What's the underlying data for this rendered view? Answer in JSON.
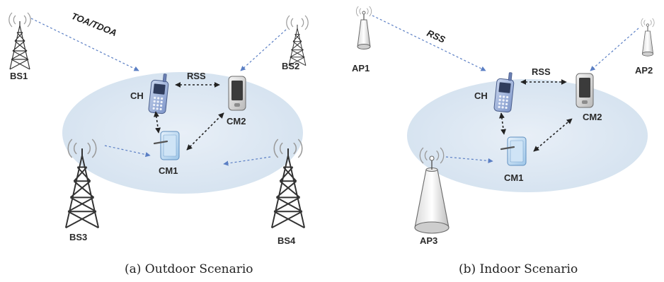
{
  "panel_a": {
    "caption": "(a) Outdoor Scenario",
    "link_toa": "TOA/TDOA",
    "link_rss": "RSS",
    "nodes": {
      "ch": "CH",
      "cm1": "CM1",
      "cm2": "CM2"
    },
    "stations": {
      "bs1": "BS1",
      "bs2": "BS2",
      "bs3": "BS3",
      "bs4": "BS4"
    }
  },
  "panel_b": {
    "caption": "(b) Indoor Scenario",
    "link_rss_ap": "RSS",
    "link_rss": "RSS",
    "nodes": {
      "ch": "CH",
      "cm1": "CM1",
      "cm2": "CM2"
    },
    "stations": {
      "ap1": "AP1",
      "ap2": "AP2",
      "ap3": "AP3"
    }
  },
  "colors": {
    "ellipse": "#dde8f3",
    "link_blue": "#5b7fc4",
    "link_dark": "#222222"
  }
}
